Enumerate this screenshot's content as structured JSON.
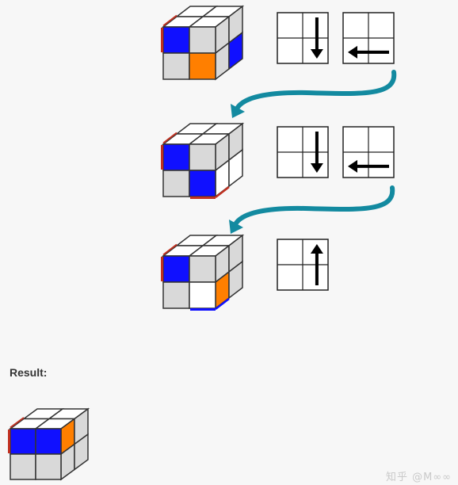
{
  "colors": {
    "white": "#ffffff",
    "grey": "#d9d9d9",
    "blue": "#1010ff",
    "orange": "#ff7f00",
    "red": "#c03020",
    "arrow": "#138aa0",
    "outline": "#333333"
  },
  "steps": [
    {
      "id": "step-1",
      "top": [
        "white",
        "white",
        "white",
        "white"
      ],
      "front": [
        "blue",
        "grey",
        "grey",
        "orange"
      ],
      "right": [
        "grey",
        "grey",
        "grey",
        "blue"
      ],
      "edges": {
        "left": "red",
        "bottom": ""
      },
      "moves": [
        {
          "icon": "arrow-down-icon",
          "direction": "down"
        },
        {
          "icon": "arrow-left-icon",
          "direction": "left"
        }
      ]
    },
    {
      "id": "step-2",
      "top": [
        "white",
        "white",
        "white",
        "white"
      ],
      "front": [
        "blue",
        "grey",
        "grey",
        "blue"
      ],
      "right": [
        "grey",
        "grey",
        "white",
        "white"
      ],
      "edges": {
        "left": "red",
        "bottom": "red"
      },
      "moves": [
        {
          "icon": "arrow-down-icon",
          "direction": "down"
        },
        {
          "icon": "arrow-left-icon",
          "direction": "left"
        }
      ]
    },
    {
      "id": "step-3",
      "top": [
        "white",
        "white",
        "white",
        "white"
      ],
      "front": [
        "blue",
        "grey",
        "grey",
        "white"
      ],
      "right": [
        "grey",
        "grey",
        "orange",
        "grey"
      ],
      "edges": {
        "left": "red",
        "bottom": "blue"
      },
      "moves": [
        {
          "icon": "arrow-up-icon",
          "direction": "up"
        }
      ]
    }
  ],
  "result": {
    "label": "Result:",
    "top": [
      "white",
      "white",
      "white",
      "white"
    ],
    "front": [
      "blue",
      "blue",
      "grey",
      "grey"
    ],
    "right": [
      "orange",
      "grey",
      "grey",
      "grey"
    ],
    "edges": {
      "left": "red",
      "bottom": ""
    }
  },
  "watermark": "知乎 @M∞∞"
}
